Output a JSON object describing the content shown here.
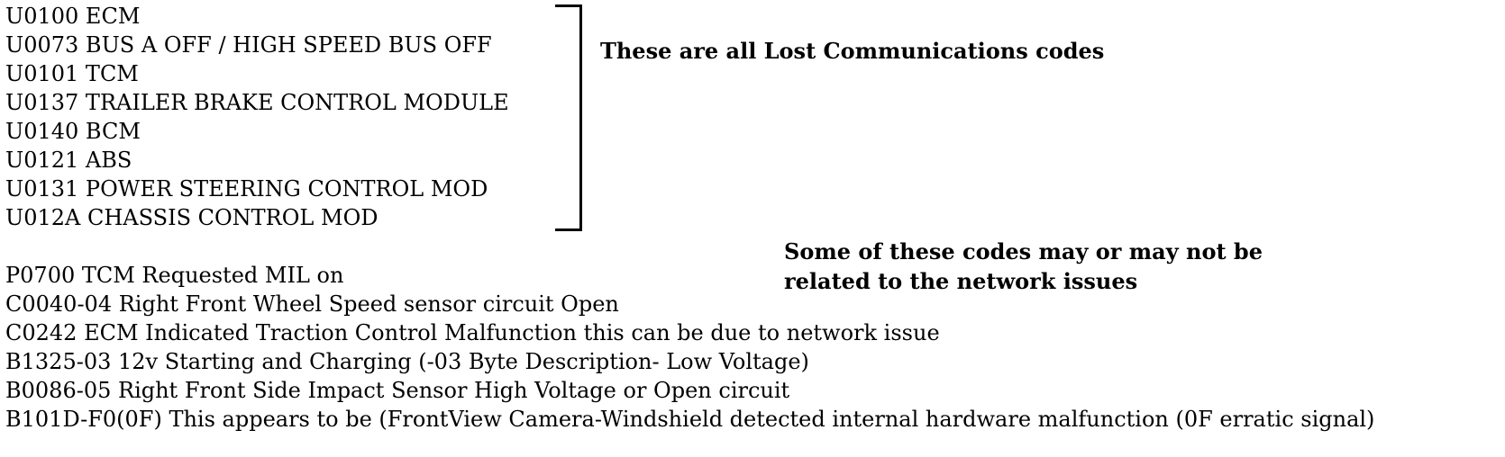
{
  "lost_communications": {
    "codes": [
      "U0100 ECM",
      "U0073 BUS A OFF / HIGH SPEED BUS OFF",
      "U0101 TCM",
      "U0137 TRAILER BRAKE CONTROL MODULE",
      "U0140 BCM",
      "U0121 ABS",
      "U0131 POWER STEERING CONTROL MOD",
      "U012A CHASSIS CONTROL MOD"
    ],
    "note": "These are all Lost Communications codes"
  },
  "other_codes": {
    "codes": [
      "P0700 TCM Requested MIL on",
      "C0040-04 Right Front Wheel Speed sensor circuit Open",
      "C0242 ECM Indicated Traction Control Malfunction this can be due to network issue",
      "B1325-03 12v Starting and Charging (-03 Byte Description- Low Voltage)",
      "B0086-05 Right Front Side Impact Sensor High Voltage or Open circuit",
      "B101D-F0(0F) This appears to be (FrontView Camera-Windshield detected internal hardware malfunction (0F erratic signal)"
    ],
    "note_lines": [
      "Some of these codes may or may not be",
      "related to the network issues"
    ]
  }
}
